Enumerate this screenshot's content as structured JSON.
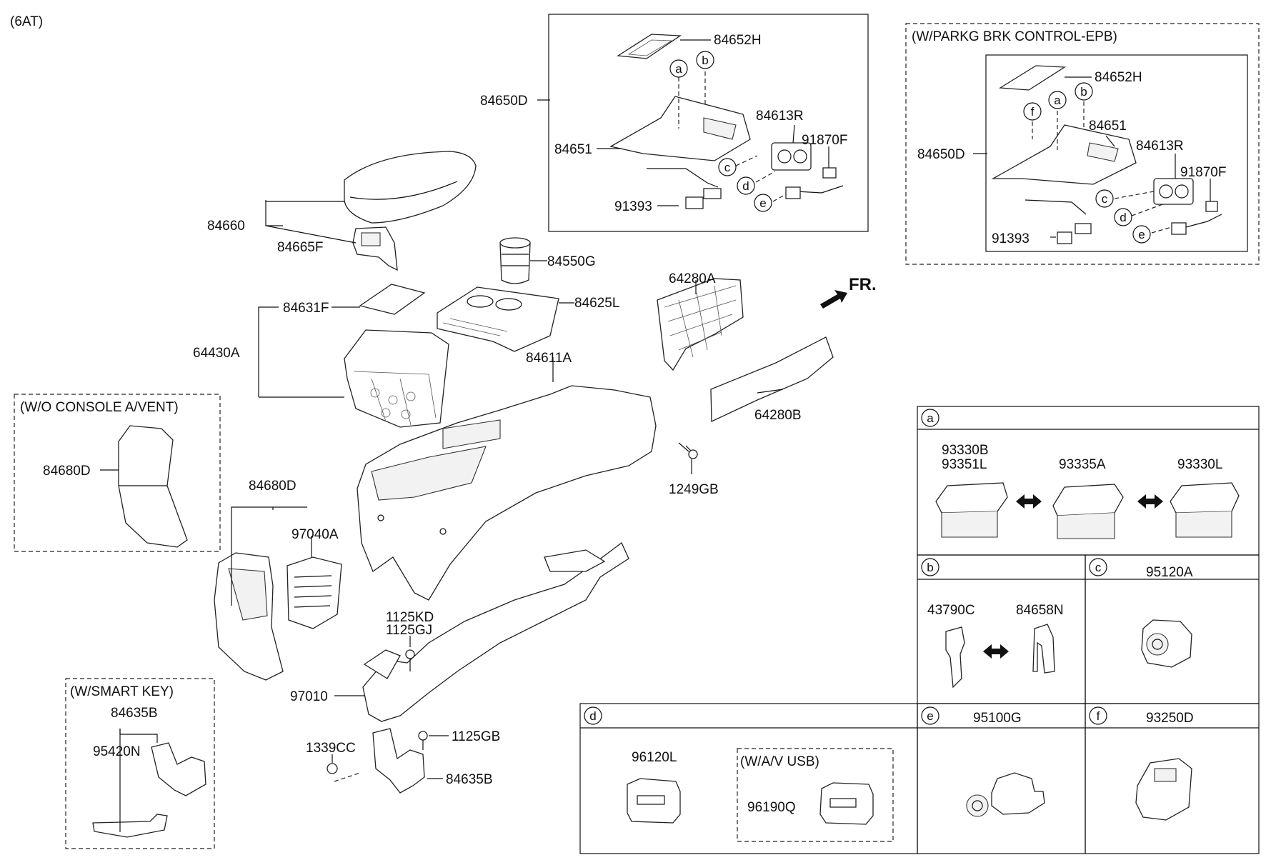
{
  "header": {
    "variant": "(6AT)"
  },
  "direction": {
    "label": "FR."
  },
  "main": {
    "p84660": "84660",
    "p84665F": "84665F",
    "p84550G": "84550G",
    "p84625L": "84625L",
    "p84631F": "84631F",
    "p64430A": "64430A",
    "p84611A": "84611A",
    "p64280A": "64280A",
    "p64280B": "64280B",
    "p1249GB": "1249GB",
    "p84680D": "84680D",
    "p97040A": "97040A",
    "p1125KD": "1125KD",
    "p1125GJ": "1125GJ",
    "p97010": "97010",
    "p1339CC": "1339CC",
    "p1125GB": "1125GB",
    "p84635B": "84635B"
  },
  "shifter_box": {
    "p84652H": "84652H",
    "p84650D": "84650D",
    "p84651": "84651",
    "p84613R": "84613R",
    "p91870F": "91870F",
    "p91393": "91393",
    "ref_a": "a",
    "ref_b": "b",
    "ref_c": "c",
    "ref_d": "d",
    "ref_e": "e"
  },
  "epb_box": {
    "title": "(W/PARKG BRK CONTROL-EPB)",
    "p84652H": "84652H",
    "p84650D": "84650D",
    "p84651": "84651",
    "p84613R": "84613R",
    "p91870F": "91870F",
    "p91393": "91393",
    "ref_a": "a",
    "ref_b": "b",
    "ref_c": "c",
    "ref_d": "d",
    "ref_e": "e",
    "ref_f": "f"
  },
  "wo_vent_box": {
    "title": "(W/O CONSOLE A/VENT)",
    "p84680D": "84680D"
  },
  "smart_key_box": {
    "title": "(W/SMART KEY)",
    "p84635B": "84635B",
    "p95420N": "95420N"
  },
  "detail_table": {
    "a": {
      "ref": "a",
      "p93330B": "93330B",
      "p93351L": "93351L",
      "p93335A": "93335A",
      "p93330L": "93330L"
    },
    "b": {
      "ref": "b",
      "p43790C": "43790C",
      "p84658N": "84658N"
    },
    "c": {
      "ref": "c",
      "part": "95120A"
    },
    "d": {
      "ref": "d",
      "p96120L": "96120L",
      "usb_title": "(W/A/V  USB)",
      "p96190Q": "96190Q"
    },
    "e": {
      "ref": "e",
      "part": "95100G"
    },
    "f": {
      "ref": "f",
      "part": "93250D"
    }
  }
}
